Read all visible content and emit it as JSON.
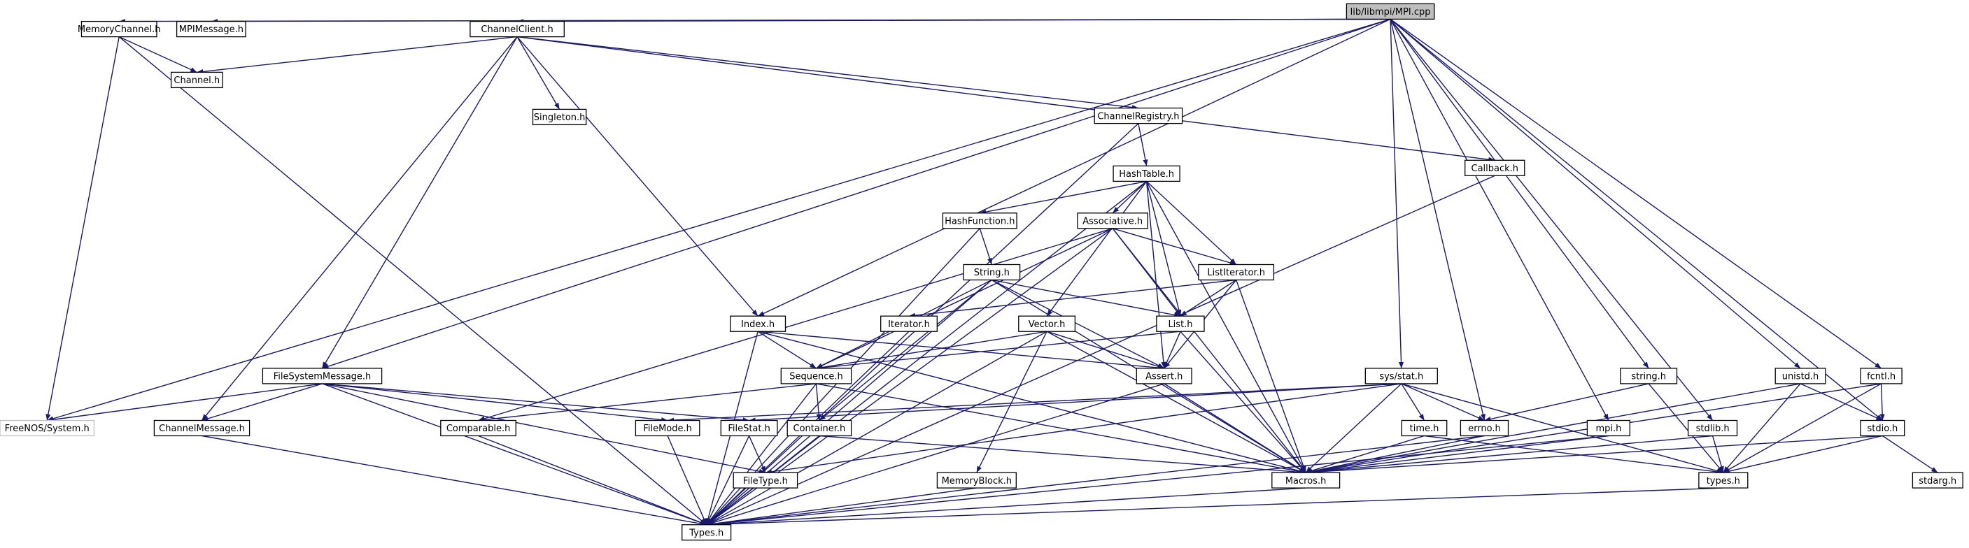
{
  "diagram": {
    "edge_color": "#191970",
    "root_fill": "#bfbfbf",
    "external_border": "#bfbfbf",
    "nodes": [
      {
        "id": "mpi_cpp",
        "label": "lib/libmpi/MPI.cpp",
        "kind": "root"
      },
      {
        "id": "memory_channel",
        "label": "MemoryChannel.h"
      },
      {
        "id": "mpi_message",
        "label": "MPIMessage.h"
      },
      {
        "id": "channel_client",
        "label": "ChannelClient.h"
      },
      {
        "id": "channel",
        "label": "Channel.h"
      },
      {
        "id": "singleton",
        "label": "Singleton.h"
      },
      {
        "id": "channel_registry",
        "label": "ChannelRegistry.h"
      },
      {
        "id": "callback",
        "label": "Callback.h"
      },
      {
        "id": "hash_table",
        "label": "HashTable.h"
      },
      {
        "id": "hash_function",
        "label": "HashFunction.h"
      },
      {
        "id": "associative",
        "label": "Associative.h"
      },
      {
        "id": "string",
        "label": "String.h"
      },
      {
        "id": "list_iterator",
        "label": "ListIterator.h"
      },
      {
        "id": "iterator",
        "label": "Iterator.h"
      },
      {
        "id": "index",
        "label": "Index.h"
      },
      {
        "id": "vector",
        "label": "Vector.h"
      },
      {
        "id": "list",
        "label": "List.h"
      },
      {
        "id": "file_system_message",
        "label": "FileSystemMessage.h"
      },
      {
        "id": "sequence",
        "label": "Sequence.h"
      },
      {
        "id": "assert",
        "label": "Assert.h"
      },
      {
        "id": "sys_stat",
        "label": "sys/stat.h"
      },
      {
        "id": "string_h",
        "label": "string.h"
      },
      {
        "id": "unistd",
        "label": "unistd.h"
      },
      {
        "id": "fcntl",
        "label": "fcntl.h"
      },
      {
        "id": "freenos_system",
        "label": "FreeNOS/System.h",
        "kind": "external"
      },
      {
        "id": "channel_message",
        "label": "ChannelMessage.h"
      },
      {
        "id": "comparable",
        "label": "Comparable.h"
      },
      {
        "id": "file_mode",
        "label": "FileMode.h"
      },
      {
        "id": "file_stat",
        "label": "FileStat.h"
      },
      {
        "id": "container",
        "label": "Container.h"
      },
      {
        "id": "time",
        "label": "time.h"
      },
      {
        "id": "errno",
        "label": "errno.h"
      },
      {
        "id": "mpi_h",
        "label": "mpi.h"
      },
      {
        "id": "stdlib",
        "label": "stdlib.h"
      },
      {
        "id": "stdio",
        "label": "stdio.h"
      },
      {
        "id": "file_type",
        "label": "FileType.h"
      },
      {
        "id": "memory_block",
        "label": "MemoryBlock.h"
      },
      {
        "id": "macros",
        "label": "Macros.h"
      },
      {
        "id": "types_lower",
        "label": "types.h"
      },
      {
        "id": "stdarg",
        "label": "stdarg.h"
      },
      {
        "id": "types",
        "label": "Types.h"
      }
    ],
    "edges": [
      [
        "mpi_cpp",
        "memory_channel"
      ],
      [
        "mpi_cpp",
        "mpi_message"
      ],
      [
        "mpi_cpp",
        "channel_client"
      ],
      [
        "mpi_cpp",
        "freenos_system"
      ],
      [
        "mpi_cpp",
        "file_system_message"
      ],
      [
        "mpi_cpp",
        "index"
      ],
      [
        "mpi_cpp",
        "sys_stat"
      ],
      [
        "mpi_cpp",
        "errno"
      ],
      [
        "mpi_cpp",
        "mpi_h"
      ],
      [
        "mpi_cpp",
        "string_h"
      ],
      [
        "mpi_cpp",
        "stdlib"
      ],
      [
        "mpi_cpp",
        "unistd"
      ],
      [
        "mpi_cpp",
        "fcntl"
      ],
      [
        "mpi_cpp",
        "stdio"
      ],
      [
        "memory_channel",
        "channel"
      ],
      [
        "memory_channel",
        "freenos_system"
      ],
      [
        "memory_channel",
        "types"
      ],
      [
        "channel_client",
        "channel"
      ],
      [
        "channel_client",
        "singleton"
      ],
      [
        "channel_client",
        "channel_registry"
      ],
      [
        "channel_client",
        "callback"
      ],
      [
        "channel_client",
        "index"
      ],
      [
        "channel_client",
        "file_system_message"
      ],
      [
        "channel_client",
        "channel_message"
      ],
      [
        "channel_registry",
        "hash_table"
      ],
      [
        "channel_registry",
        "types"
      ],
      [
        "callback",
        "types"
      ],
      [
        "hash_table",
        "hash_function"
      ],
      [
        "hash_table",
        "associative"
      ],
      [
        "hash_table",
        "list_iterator"
      ],
      [
        "hash_table",
        "vector"
      ],
      [
        "hash_table",
        "list"
      ],
      [
        "hash_table",
        "assert"
      ],
      [
        "hash_table",
        "macros"
      ],
      [
        "hash_table",
        "types"
      ],
      [
        "hash_function",
        "string"
      ],
      [
        "hash_function",
        "types"
      ],
      [
        "associative",
        "list_iterator"
      ],
      [
        "associative",
        "list"
      ],
      [
        "associative",
        "comparable"
      ],
      [
        "associative",
        "sequence"
      ],
      [
        "associative",
        "macros"
      ],
      [
        "associative",
        "types"
      ],
      [
        "string",
        "list"
      ],
      [
        "string",
        "sequence"
      ],
      [
        "string",
        "assert"
      ],
      [
        "string",
        "container"
      ],
      [
        "string",
        "macros"
      ],
      [
        "string",
        "types"
      ],
      [
        "list_iterator",
        "iterator"
      ],
      [
        "list_iterator",
        "list"
      ],
      [
        "list_iterator",
        "assert"
      ],
      [
        "list_iterator",
        "macros"
      ],
      [
        "iterator",
        "types"
      ],
      [
        "index",
        "sequence"
      ],
      [
        "index",
        "assert"
      ],
      [
        "index",
        "macros"
      ],
      [
        "index",
        "types"
      ],
      [
        "vector",
        "sequence"
      ],
      [
        "vector",
        "assert"
      ],
      [
        "vector",
        "memory_block"
      ],
      [
        "vector",
        "macros"
      ],
      [
        "vector",
        "types"
      ],
      [
        "list",
        "sequence"
      ],
      [
        "list",
        "assert"
      ],
      [
        "list",
        "macros"
      ],
      [
        "file_system_message",
        "freenos_system"
      ],
      [
        "file_system_message",
        "channel_message"
      ],
      [
        "file_system_message",
        "file_mode"
      ],
      [
        "file_system_message",
        "file_stat"
      ],
      [
        "file_system_message",
        "file_type"
      ],
      [
        "file_system_message",
        "types"
      ],
      [
        "sequence",
        "comparable"
      ],
      [
        "sequence",
        "container"
      ],
      [
        "sequence",
        "macros"
      ],
      [
        "sequence",
        "types"
      ],
      [
        "assert",
        "macros"
      ],
      [
        "assert",
        "types"
      ],
      [
        "sys_stat",
        "file_mode"
      ],
      [
        "sys_stat",
        "file_stat"
      ],
      [
        "sys_stat",
        "file_type"
      ],
      [
        "sys_stat",
        "time"
      ],
      [
        "sys_stat",
        "errno"
      ],
      [
        "sys_stat",
        "macros"
      ],
      [
        "sys_stat",
        "types_lower"
      ],
      [
        "string_h",
        "errno"
      ],
      [
        "string_h",
        "types_lower"
      ],
      [
        "unistd",
        "macros"
      ],
      [
        "unistd",
        "types_lower"
      ],
      [
        "unistd",
        "stdio"
      ],
      [
        "fcntl",
        "stdio"
      ],
      [
        "fcntl",
        "types_lower"
      ],
      [
        "fcntl",
        "macros"
      ],
      [
        "channel_message",
        "types"
      ],
      [
        "comparable",
        "types"
      ],
      [
        "file_mode",
        "types"
      ],
      [
        "file_stat",
        "file_type"
      ],
      [
        "file_stat",
        "types"
      ],
      [
        "container",
        "macros"
      ],
      [
        "container",
        "types"
      ],
      [
        "time",
        "macros"
      ],
      [
        "time",
        "types_lower"
      ],
      [
        "errno",
        "macros"
      ],
      [
        "errno",
        "types"
      ],
      [
        "mpi_h",
        "macros"
      ],
      [
        "mpi_h",
        "types"
      ],
      [
        "stdlib",
        "types_lower"
      ],
      [
        "stdlib",
        "macros"
      ],
      [
        "stdio",
        "types_lower"
      ],
      [
        "stdio",
        "stdarg"
      ],
      [
        "stdio",
        "macros"
      ],
      [
        "memory_block",
        "types"
      ],
      [
        "macros",
        "types"
      ],
      [
        "types_lower",
        "types"
      ]
    ]
  }
}
